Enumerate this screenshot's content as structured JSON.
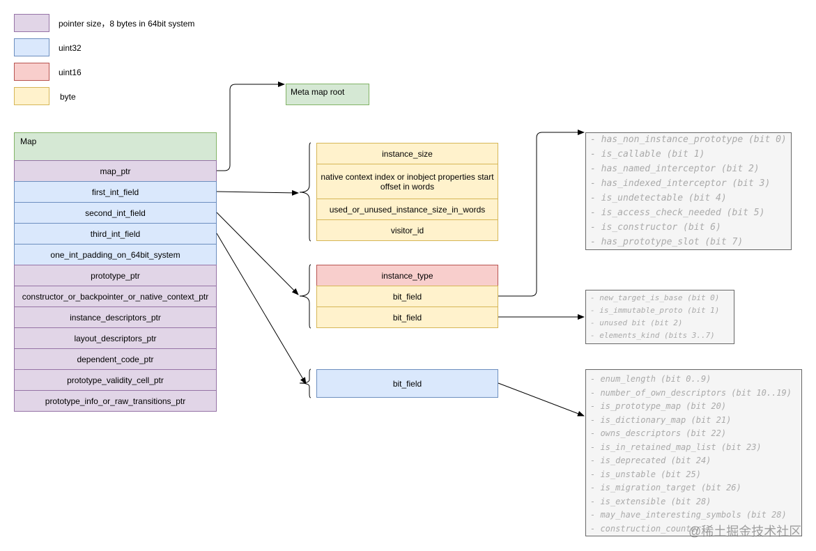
{
  "legend": [
    {
      "color": "#e1d5e7",
      "label": "pointer size，8 bytes in 64bit system"
    },
    {
      "color": "#dae8fc",
      "label": "uint32"
    },
    {
      "color": "#f8cecc",
      "label": "uint16"
    },
    {
      "color": "#fff2cc",
      "label": "byte"
    }
  ],
  "meta_map_root": "Meta map root",
  "map": {
    "title": "Map",
    "fields": [
      "map_ptr",
      "first_int_field",
      "second_int_field",
      "third_int_field",
      "one_int_padding_on_64bit_system",
      "prototype_ptr",
      "constructor_or_backpointer_or_native_context_ptr",
      "instance_descriptors_ptr",
      "layout_descriptors_ptr",
      "dependent_code_ptr",
      "prototype_validity_cell_ptr",
      "prototype_info_or_raw_transitions_ptr"
    ]
  },
  "first_int_group": [
    "instance_size",
    "native context index or inobject properties start offset in words",
    "used_or_unused_instance_size_in_words",
    "visitor_id"
  ],
  "second_int_group": [
    "instance_type",
    "bit_field",
    "bit_field"
  ],
  "third_int_group": [
    "bit_field"
  ],
  "bit_field_bits": [
    "- has_non_instance_prototype (bit 0)",
    "- is_callable (bit 1)",
    "- has_named_interceptor (bit 2)",
    "- has_indexed_interceptor (bit 3)",
    "- is_undetectable (bit 4)",
    "- is_access_check_needed (bit 5)",
    "- is_constructor (bit 6)",
    "- has_prototype_slot (bit 7)"
  ],
  "bit_field2_bits": [
    "- new_target_is_base (bit 0)",
    "- is_immutable_proto (bit 1)",
    "- unused bit (bit 2)",
    "- elements_kind (bits 3..7)"
  ],
  "bit_field3_bits": [
    "- enum_length (bit 0..9)",
    "- number_of_own_descriptors (bit 10..19)",
    "- is_prototype_map (bit 20)",
    "- is_dictionary_map (bit 21)",
    "- owns_descriptors (bit 22)",
    "- is_in_retained_map_list (bit 23)",
    "- is_deprecated (bit 24)",
    "- is_unstable (bit 25)",
    "- is_migration_target (bit 26)",
    "- is_extensible (bit 28)",
    "- may_have_interesting_symbols (bit 28)",
    "- construction_counter"
  ],
  "watermark": "@稀土掘金技术社区"
}
